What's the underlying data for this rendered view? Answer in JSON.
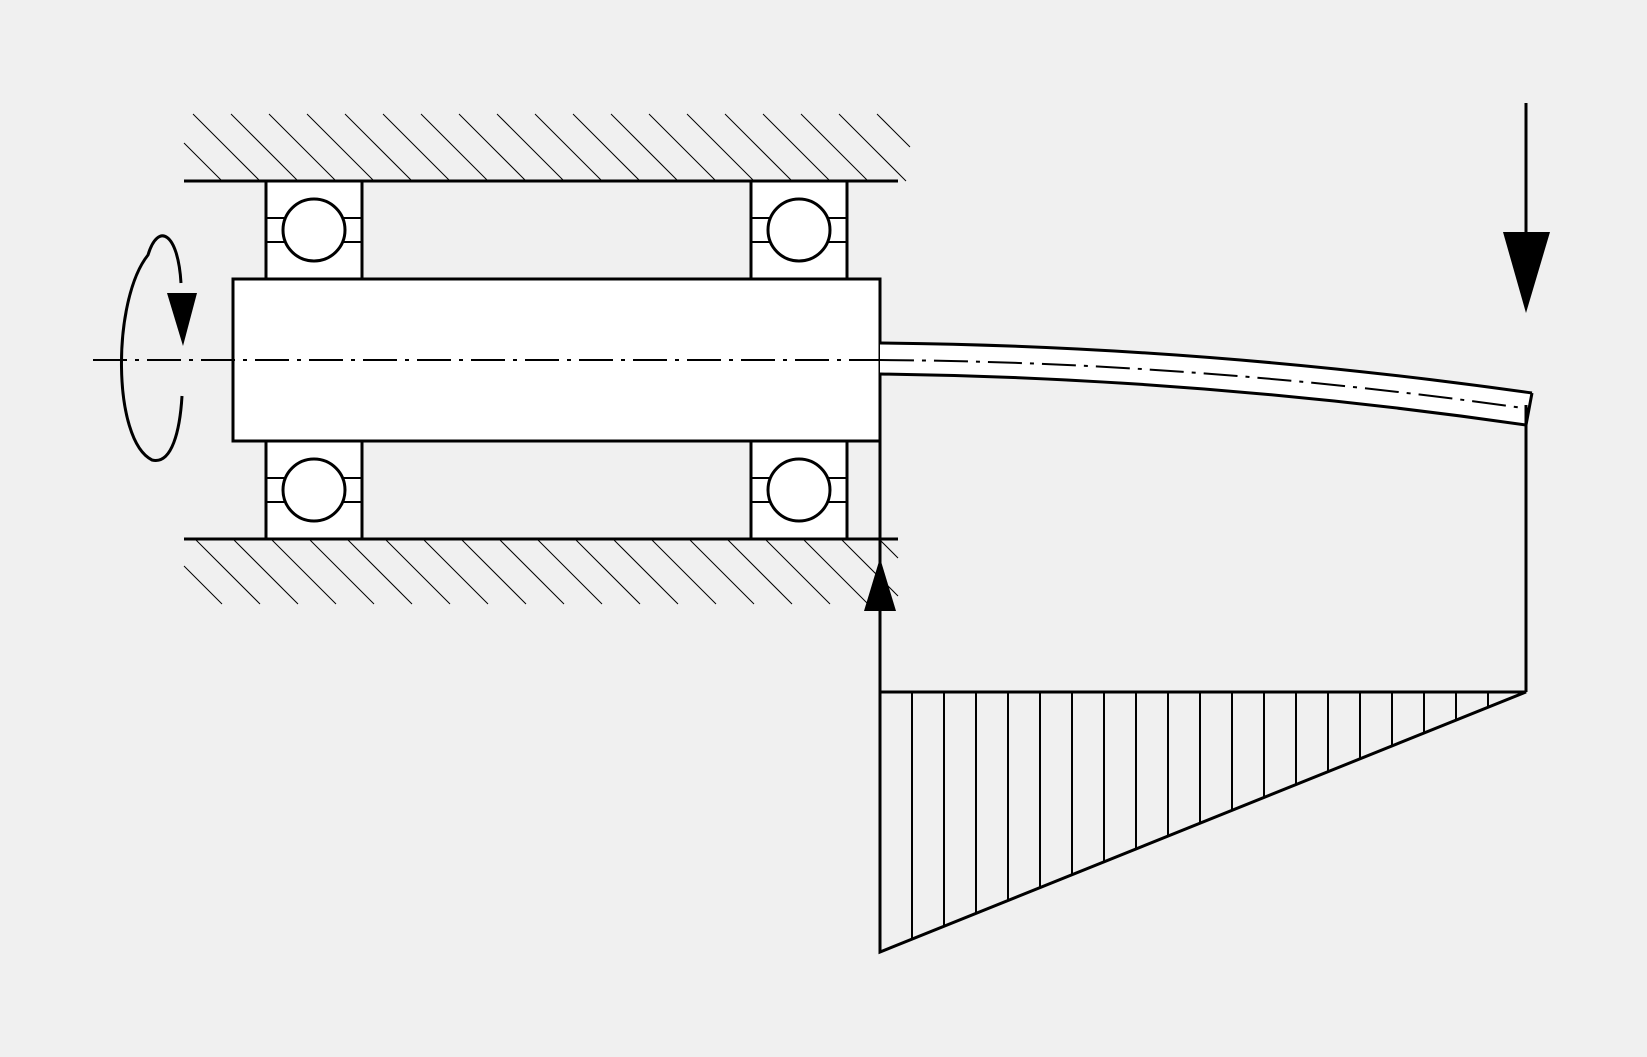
{
  "diagram": {
    "type": "mechanical-schematic",
    "background": "#f0f0f0",
    "line_color": "#000000",
    "fill_color": "#ffffff",
    "elements": [
      "upper-housing",
      "lower-housing",
      "bearing-upper-left",
      "bearing-upper-right",
      "bearing-lower-left",
      "bearing-lower-right",
      "shaft",
      "centerline",
      "rotation-arrow-icon",
      "cantilever-beam",
      "applied-load-arrow-icon",
      "reaction-force-arrow-icon",
      "bending-moment-diagram"
    ],
    "labels": []
  }
}
